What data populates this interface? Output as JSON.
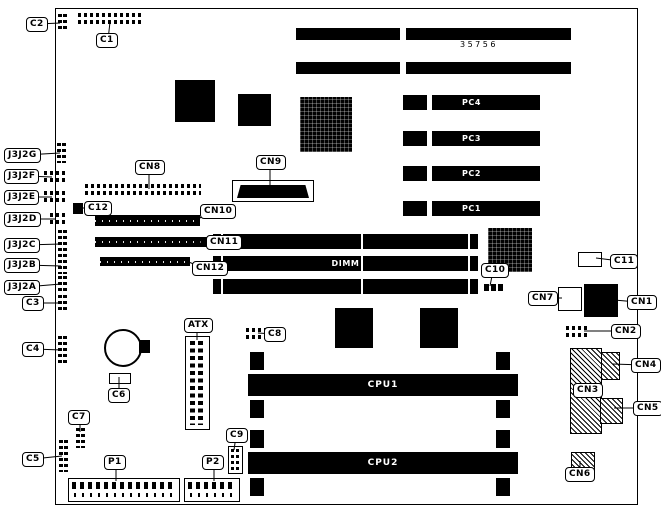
{
  "board": {
    "number": "35756"
  },
  "labels": {
    "c1": "C1",
    "c2": "C2",
    "c3": "C3",
    "c4": "C4",
    "c5": "C5",
    "c6": "C6",
    "c7": "C7",
    "c8": "C8",
    "c9": "C9",
    "c10": "C10",
    "c11": "C11",
    "c12": "C12",
    "cn1": "CN1",
    "cn2": "CN2",
    "cn3": "CN3",
    "cn4": "CN4",
    "cn5": "CN5",
    "cn6": "CN6",
    "cn7": "CN7",
    "cn8": "CN8",
    "cn9": "CN9",
    "cn10": "CN10",
    "cn11": "CN11",
    "cn12": "CN12",
    "j3j2a": "J3J2A",
    "j3j2b": "J3J2B",
    "j3j2c": "J3J2C",
    "j3j2d": "J3J2D",
    "j3j2e": "J3J2E",
    "j3j2f": "J3J2F",
    "j3j2g": "J3J2G",
    "atx": "ATX",
    "p1": "P1",
    "p2": "P2"
  },
  "slots": {
    "pc1": "PC1",
    "pc2": "PC2",
    "pc3": "PC3",
    "pc4": "PC4",
    "dimm": "DIMM",
    "cpu1": "CPU1",
    "cpu2": "CPU2"
  }
}
